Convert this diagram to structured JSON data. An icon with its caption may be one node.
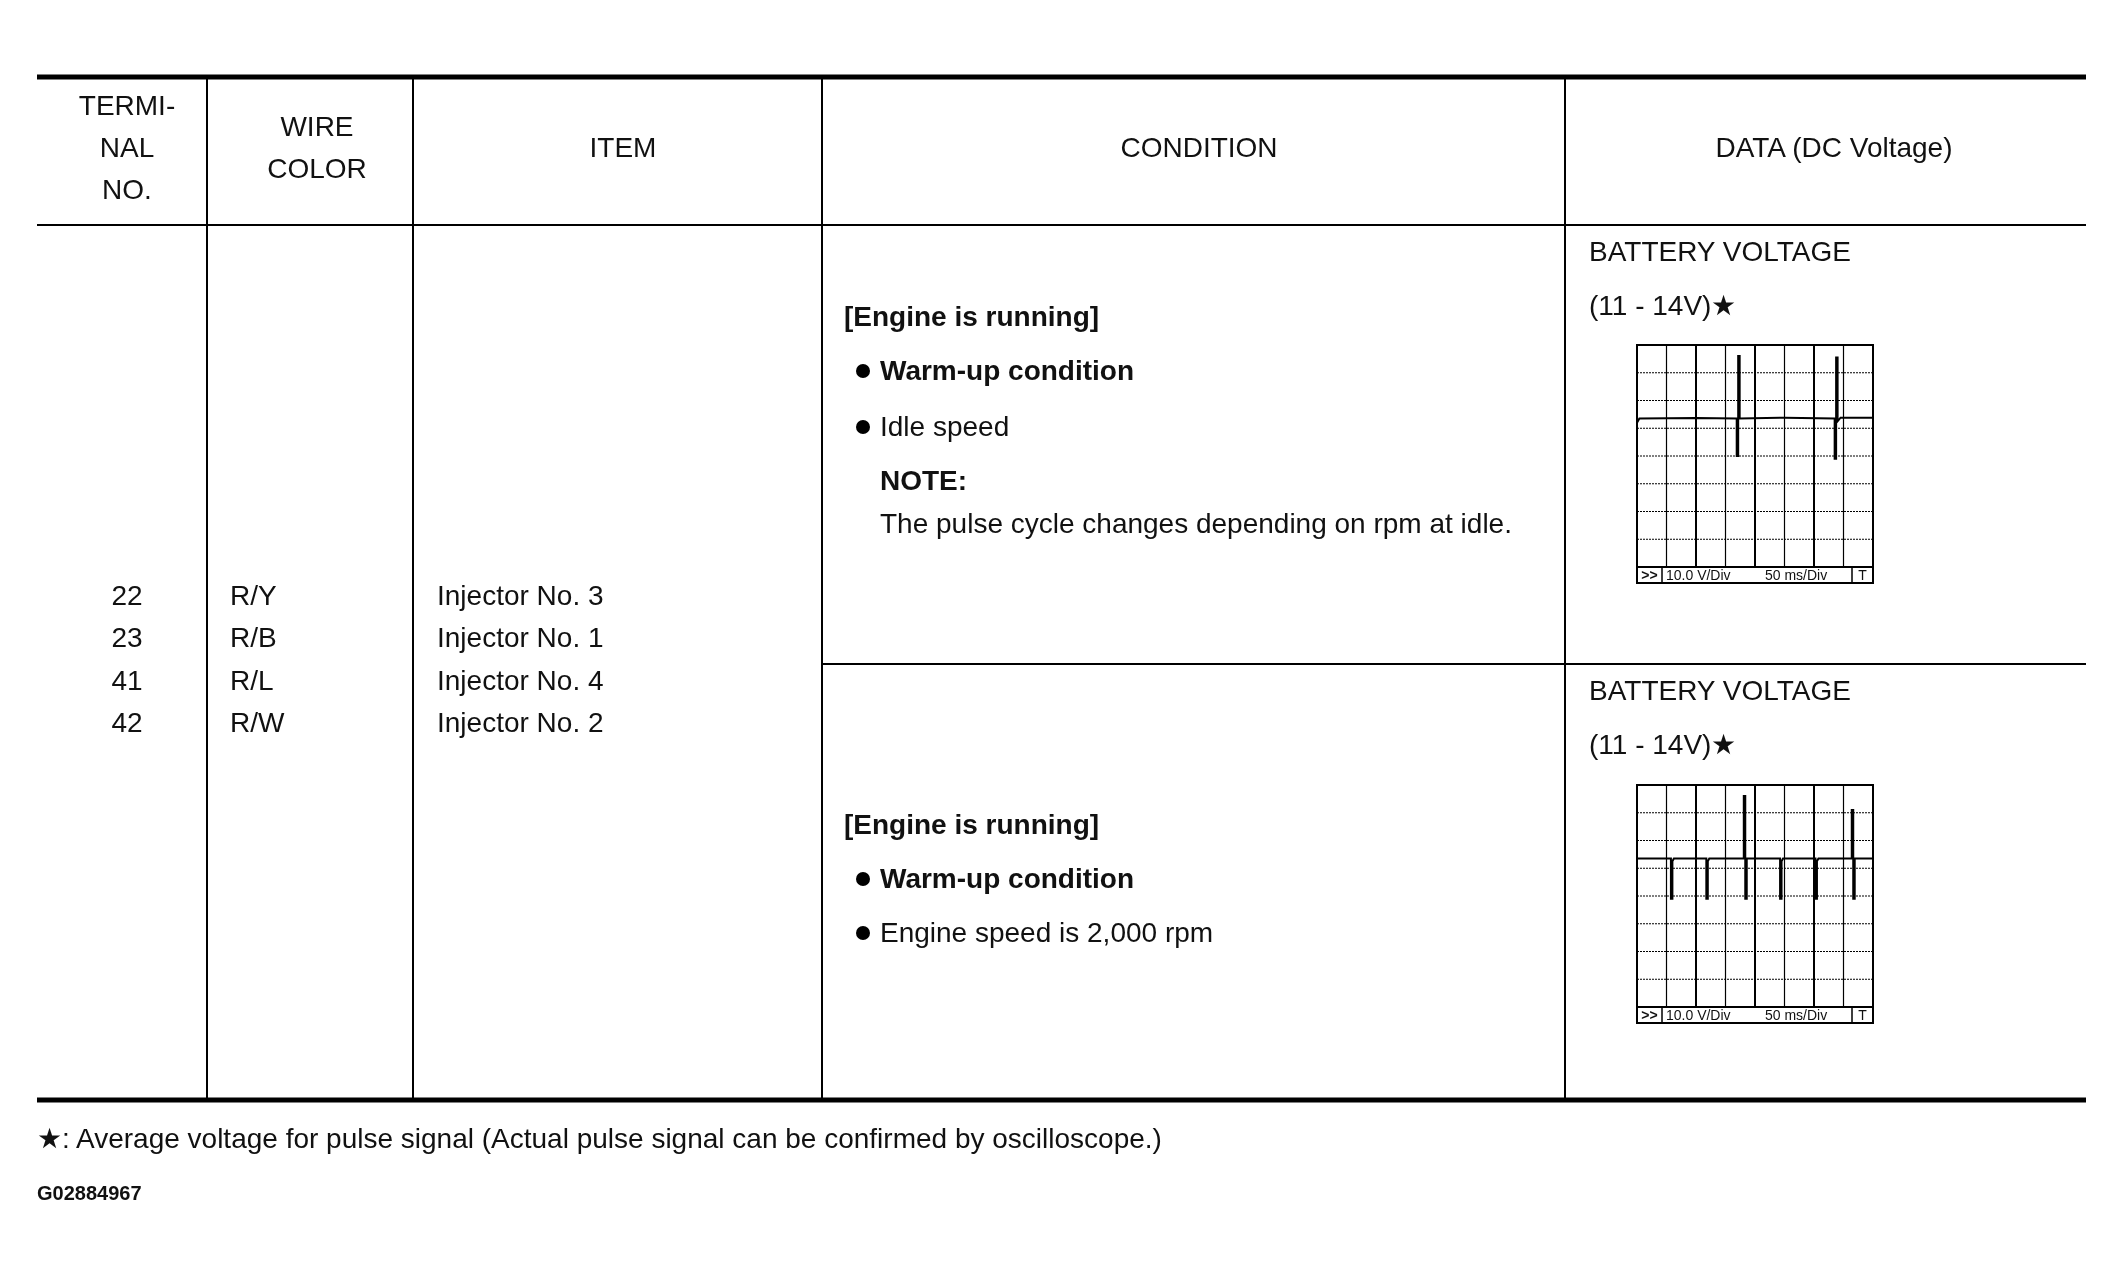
{
  "diagram": {
    "labels": [
      "TERMI- NAL NO.",
      "WIRE COLOR",
      "ITEM",
      "CONDITION",
      "DATA (DC Voltage)",
      "22",
      "23",
      "41",
      "42",
      "R/Y",
      "R/B",
      "R/L",
      "R/W",
      "Injector No. 3",
      "Injector No. 1",
      "Injector No. 4",
      "Injector No. 2",
      "[Engine is running]",
      "Warm-up condition",
      "Idle speed",
      "NOTE:",
      "The pulse cycle changes depending on rpm at idle.",
      "BATTERY VOLTAGE",
      "(11 - 14V)★",
      ">>",
      "10.0 V/Div",
      "50 ms/Div",
      "T",
      "[Engine is running]",
      "Warm-up condition",
      "Engine speed is 2,000 rpm",
      "BATTERY VOLTAGE",
      "(11 - 14V)★",
      ">>",
      "10.0 V/Div",
      "50 ms/Div",
      "T",
      "★: Average voltage for pulse signal (Actual pulse signal can be confirmed by oscilloscope.)",
      "G02884967"
    ]
  }
}
